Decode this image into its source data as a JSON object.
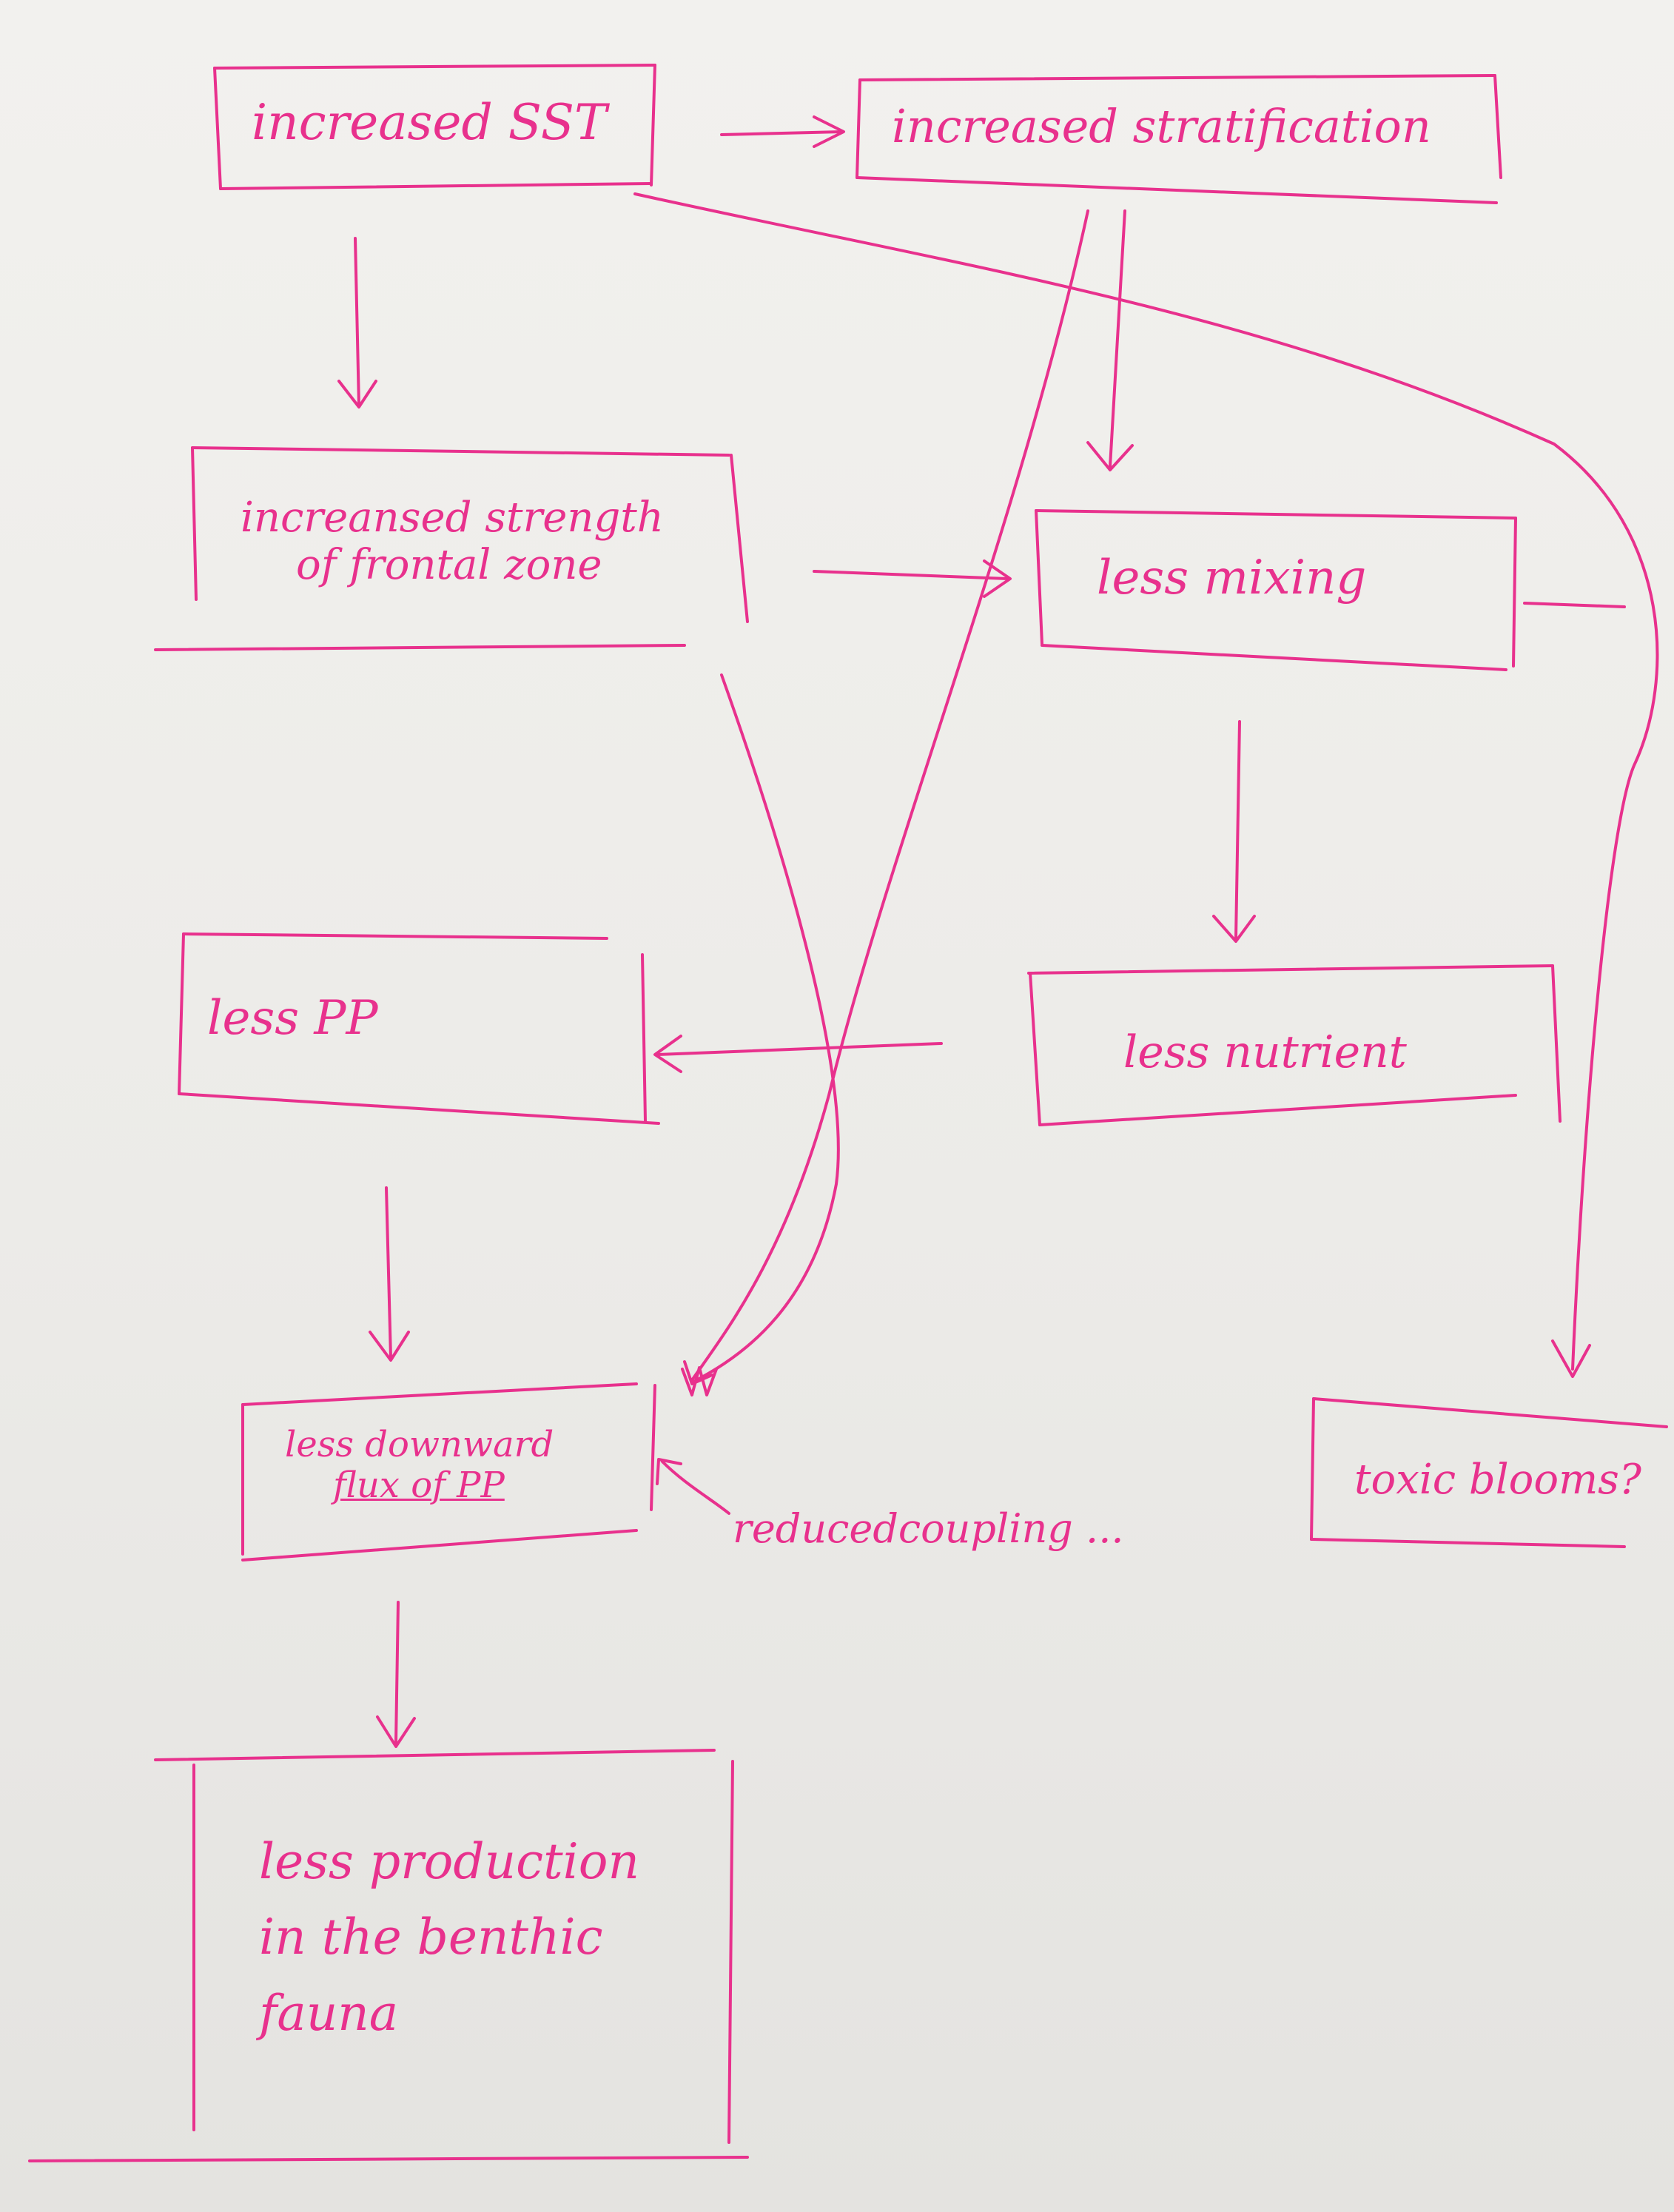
{
  "ink_color": "#e8318d",
  "paper_color": "#ecebe8",
  "nodes": {
    "increased_sst": "increased SST",
    "increased_stratification": "increased stratification",
    "frontal_zone_line1": "increansed strength",
    "frontal_zone_line2": "of frontal zone",
    "less_mixing": "less mixing",
    "less_nutrient": "less nutrient",
    "less_pp": "less PP",
    "downward_flux_line1": "less downward",
    "downward_flux_line2": "flux of PP",
    "toxic_blooms": "toxic blooms?",
    "benthic_line1": "less production",
    "benthic_line2": "in the benthic",
    "benthic_line3": "fauna"
  },
  "annotations": {
    "reduced_coupling": "reducedcoupling ..."
  }
}
